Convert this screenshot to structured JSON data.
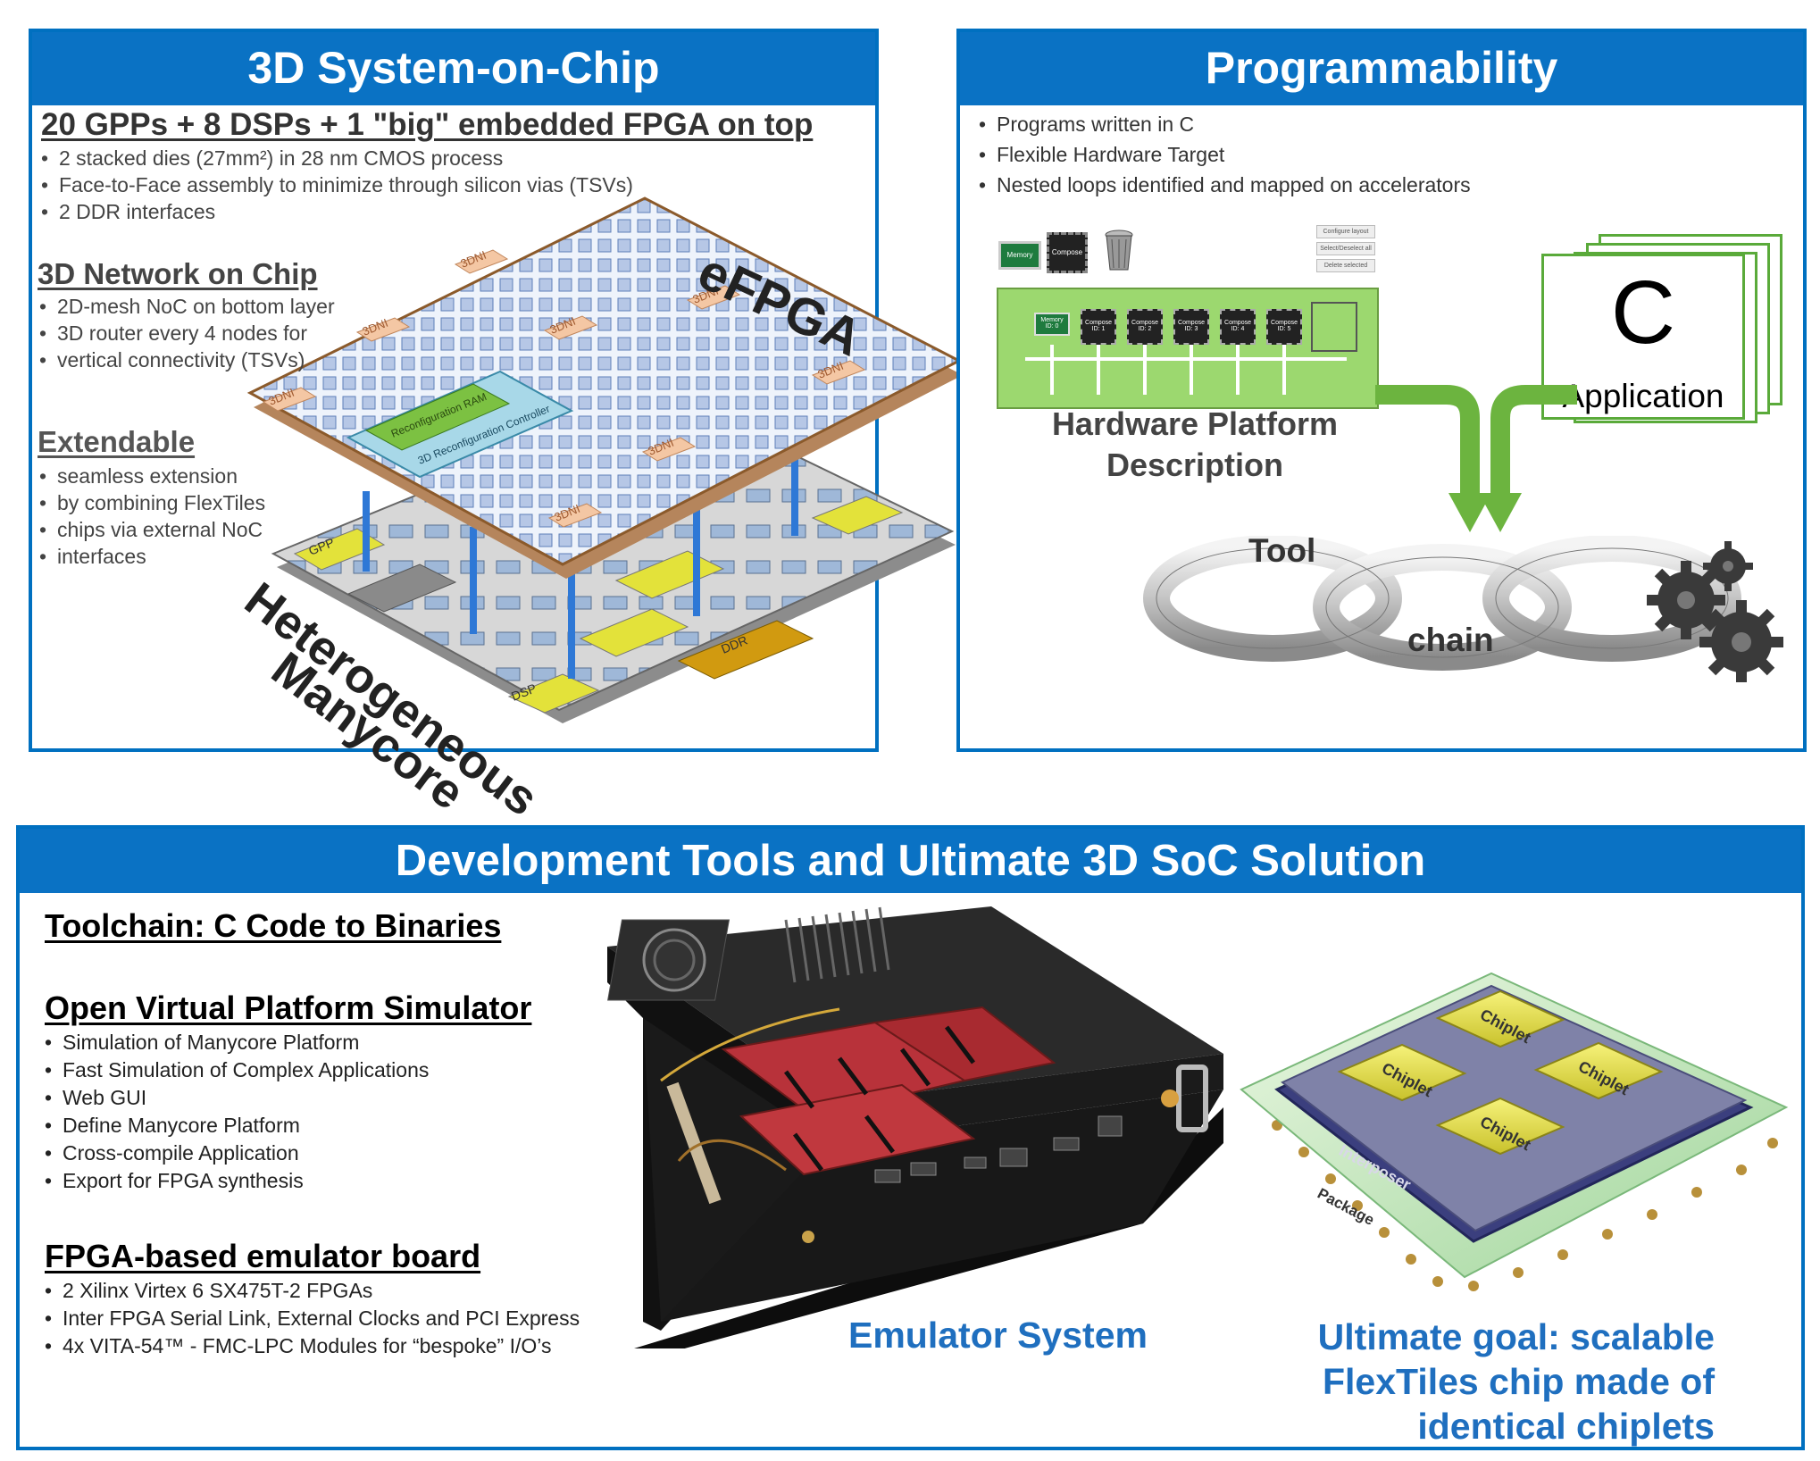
{
  "panel_3dsoc": {
    "title": "3D System-on-Chip",
    "heading1": "20 GPPs + 8 DSPs + 1 \"big\" embedded FPGA on top",
    "bullets1": [
      "2 stacked dies (27mm²) in 28 nm CMOS process",
      "Face-to-Face assembly to minimize through silicon vias (TSVs)",
      "2 DDR interfaces"
    ],
    "heading2": "3D Network on Chip",
    "bullets2": [
      "2D-mesh NoC on bottom layer",
      "3D router every 4 nodes for",
      "vertical connectivity (TSVs)"
    ],
    "heading3": "Extendable",
    "bullets3": [
      "seamless extension",
      "by combining FlexTiles",
      "chips via external NoC",
      "interfaces"
    ],
    "efpga_label": "eFPGA",
    "manycore_label1": "Heterogeneous",
    "manycore_label2": "Manycore",
    "dni_label": "3DNI",
    "reconf_ram": "Reconfiguration RAM",
    "reconf_ctrl": "3D Reconfiguration Controller",
    "core_labels": [
      "GPP",
      "DSP",
      "DDR"
    ]
  },
  "panel_prog": {
    "title": "Programmability",
    "bullets": [
      "Programs written in C",
      "Flexible Hardware Target",
      "Nested loops identified and mapped on accelerators"
    ],
    "memory_label": "Memory",
    "compose_label": "Compose",
    "buttons": [
      "Configure layout",
      "Select/Deselect all",
      "Delete selected"
    ],
    "platform_nodes": [
      "Memory ID: 0",
      "Compose ID: 1",
      "Compose ID: 2",
      "Compose ID: 3",
      "Compose ID: 4",
      "Compose ID: 5"
    ],
    "hw_label1": "Hardware Platform",
    "hw_label2": "Description",
    "c_letter": "C",
    "application": "Application",
    "tool": "Tool",
    "chain": "chain"
  },
  "panel_dev": {
    "title": "Development Tools and Ultimate 3D SoC Solution",
    "heading1": "Toolchain: C Code to Binaries",
    "heading2": "Open Virtual Platform Simulator",
    "bullets2": [
      "Simulation of Manycore Platform",
      "Fast Simulation of Complex Applications",
      "Web GUI",
      "Define Manycore Platform",
      "Cross-compile Application",
      "Export for FPGA synthesis"
    ],
    "heading3": "FPGA-based emulator board",
    "bullets3": [
      "2 Xilinx Virtex 6 SX475T-2 FPGAs",
      "Inter FPGA Serial Link, External Clocks and PCI Express",
      "4x VITA-54™ - FMC-LPC Modules for “bespoke” I/O’s"
    ],
    "emulator_caption": "Emulator System",
    "goal_line1": "Ultimate goal: scalable",
    "goal_line2": "FlexTiles chip made of",
    "goal_line3": "identical chiplets",
    "chiplet": "Chiplet",
    "interposer": "Interposer",
    "package": "Package"
  },
  "colors": {
    "accent_blue": "#0a72c4",
    "caption_blue": "#1f6fbf",
    "arrow_green": "#6cb43f",
    "chip_yellow": "#e8e64a"
  }
}
